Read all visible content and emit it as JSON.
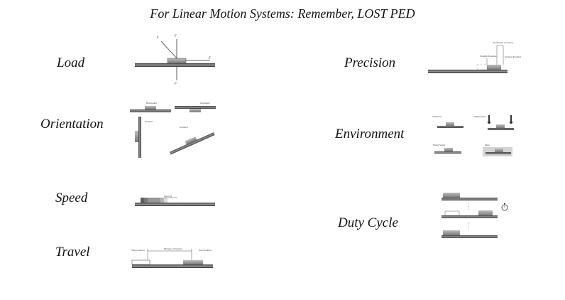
{
  "title": "For Linear Motion Systems: Remember, LOST PED",
  "labels": {
    "load": "Load",
    "orientation": "Orientation",
    "speed": "Speed",
    "travel": "Travel",
    "precision": "Precision",
    "environment": "Environment",
    "duty_cycle": "Duty Cycle"
  },
  "load": {
    "f_top_left": "F",
    "f_top": "F",
    "f_right": "F",
    "f_bottom": "F"
  },
  "orientation": {
    "horizontal": "Horizontal",
    "overhang": "Overhang",
    "vertical": "Vertical",
    "inclined": "Inclined"
  },
  "speed": {
    "note": "velocity"
  },
  "travel": {
    "start": "Start position",
    "stroke": "Distance Traveled",
    "end": "End Position"
  },
  "precision": {
    "top": "Positional Accuracy",
    "left": "Straight Position",
    "right": "Vertical Position"
  },
  "environment": {
    "standard": "Standard",
    "temperature": "Temperature",
    "water": "Water/Vapor",
    "dust": "Dust"
  }
}
